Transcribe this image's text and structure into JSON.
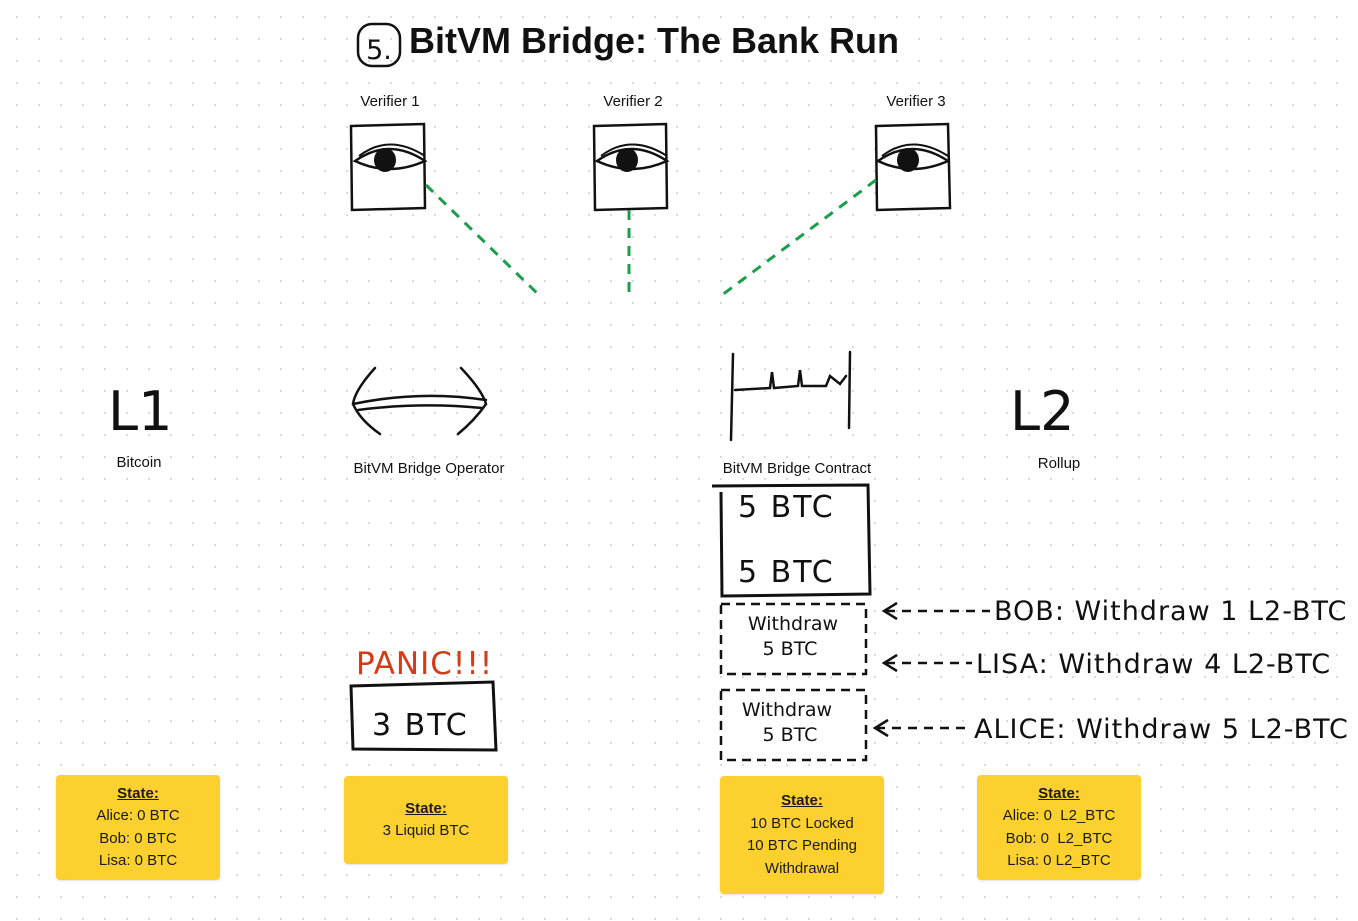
{
  "title": {
    "number": "5.",
    "text": "BitVM Bridge: The Bank Run"
  },
  "verifiers": [
    "Verifier 1",
    "Verifier 2",
    "Verifier 3"
  ],
  "nodes": {
    "l1": {
      "glyph": "L1",
      "label": "Bitcoin"
    },
    "operator": {
      "label": "BitVM Bridge Operator"
    },
    "contract": {
      "label": "BitVM Bridge Contract"
    },
    "l2": {
      "glyph": "L2",
      "label": "Rollup"
    }
  },
  "contract_boxes": {
    "locked": [
      "5 BTC",
      "5 BTC"
    ],
    "pending": [
      {
        "line1": "Withdraw",
        "line2": "5 BTC"
      },
      {
        "line1": "Withdraw",
        "line2": "5 BTC"
      }
    ]
  },
  "withdraw_requests": [
    "BOB: Withdraw 1 L2-BTC",
    "LISA: Withdraw 4 L2-BTC",
    "ALICE: Withdraw 5 L2-BTC"
  ],
  "operator_box": {
    "panic": "PANIC!!!",
    "amount": "3 BTC"
  },
  "states": {
    "bitcoin": {
      "title": "State:",
      "lines": [
        "Alice: 0 BTC",
        "Bob: 0 BTC",
        "Lisa: 0 BTC"
      ]
    },
    "operator": {
      "title": "State:",
      "lines": [
        "3 Liquid BTC"
      ]
    },
    "contract": {
      "title": "State:",
      "lines": [
        "10 BTC Locked",
        "10 BTC Pending",
        "Withdrawal"
      ]
    },
    "rollup": {
      "title": "State:",
      "lines": [
        "Alice: 0  L2_BTC",
        "Bob: 0  L2_BTC",
        "Lisa: 0 L2_BTC"
      ]
    }
  },
  "colors": {
    "background": "#ffffff",
    "ink": "#111111",
    "verifier_link": "#1a9e4b",
    "panic": "#d63a17",
    "state_card": "#fcd12f"
  },
  "icons": [
    "eye-icon",
    "arrow-left-icon",
    "bracket-icon"
  ]
}
